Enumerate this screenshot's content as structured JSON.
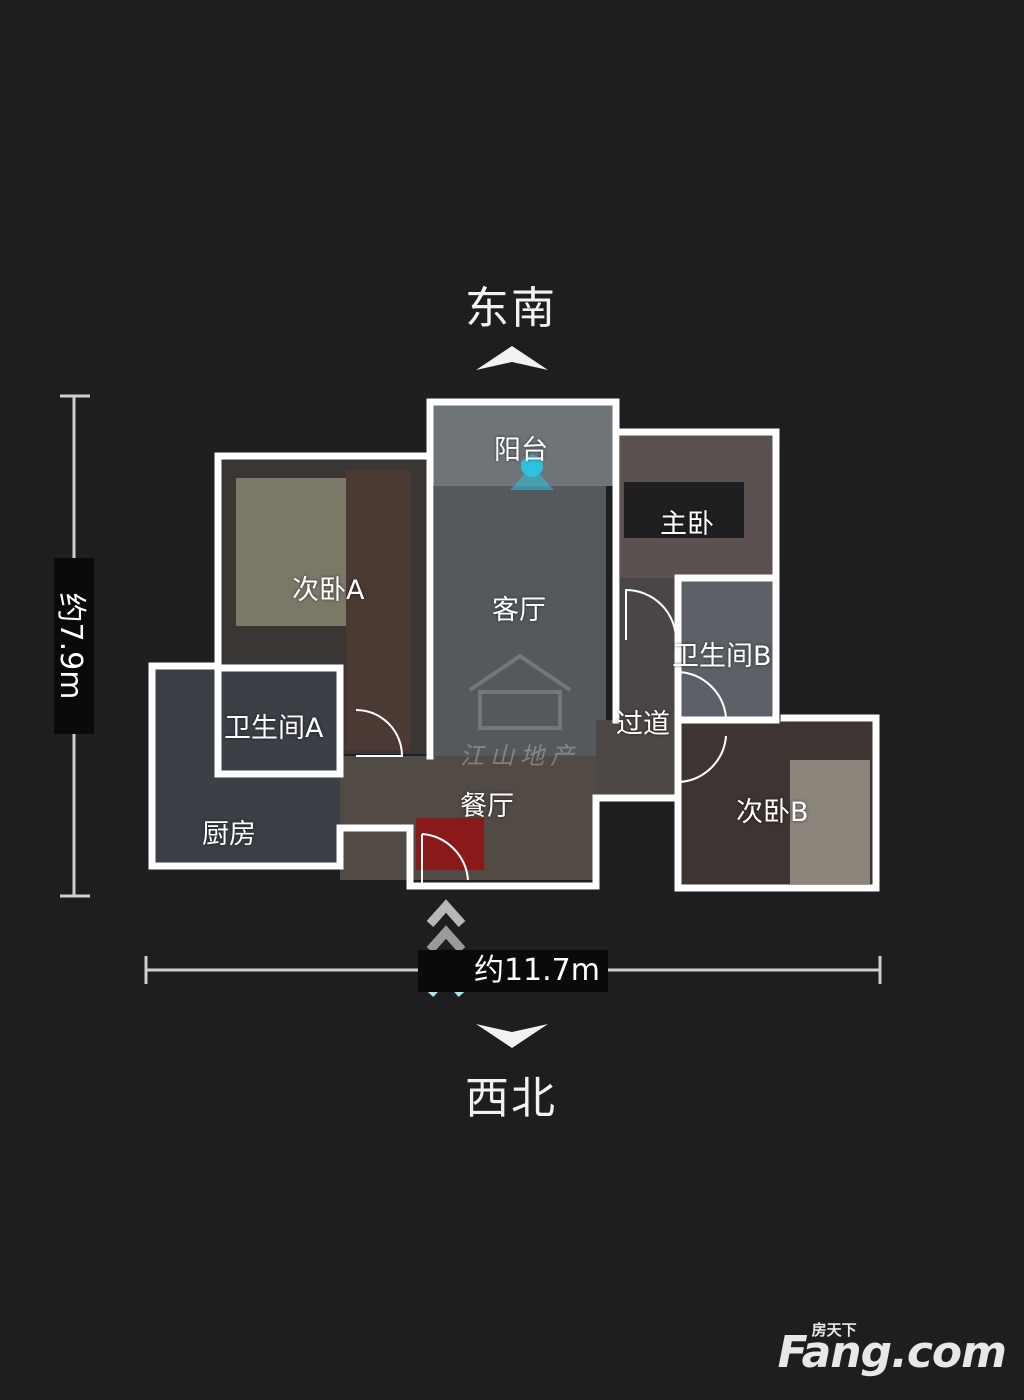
{
  "compass": {
    "top_direction": "东南",
    "bottom_direction": "西北"
  },
  "dimensions": {
    "width_label": "约11.7m",
    "height_label": "约7.9m"
  },
  "rooms": {
    "balcony": "阳台",
    "master_bedroom": "主卧",
    "second_bedroom_a": "次卧A",
    "living_room": "客厅",
    "bathroom_b": "卫生间B",
    "bathroom_a": "卫生间A",
    "corridor": "过道",
    "dining_room": "餐厅",
    "kitchen": "厨房",
    "second_bedroom_b": "次卧B"
  },
  "watermark": {
    "center_text": "江山地产",
    "brand_small": "房天下",
    "brand_big": "Fang.com"
  },
  "colors": {
    "background": "#1e1e20",
    "walls": "#ffffff",
    "viewpoint": "#2bc3e0",
    "entrance_arrows": "#a8e6ee"
  }
}
